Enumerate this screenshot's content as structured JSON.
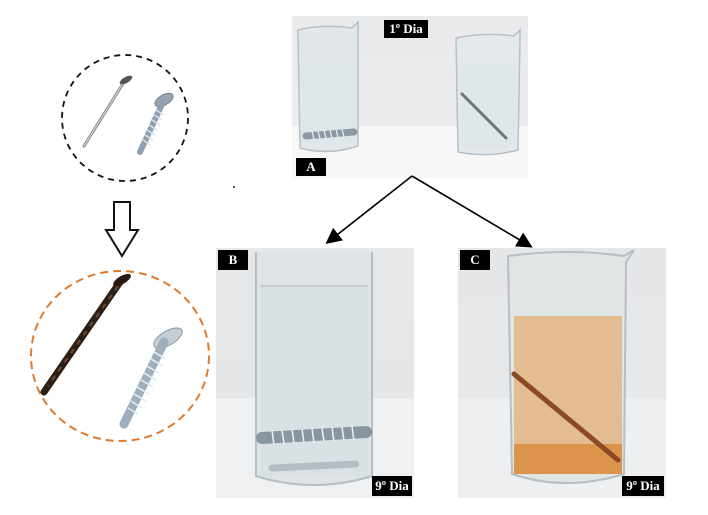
{
  "panels": {
    "a": {
      "letter": "A",
      "day_label": "1º Dia"
    },
    "b": {
      "letter": "B",
      "day_label": "9º Dia"
    },
    "c": {
      "letter": "C",
      "day_label": "9º Dia"
    }
  },
  "colors": {
    "top_circle_border": "#111111",
    "bottom_circle_border": "#e07a2c",
    "rust_water": "#e59a4a",
    "label_bg": "#000000",
    "label_text": "#ffffff"
  },
  "icons": {
    "down_arrow": "hollow-down-arrow-icon",
    "nail": "nail-icon",
    "screw": "screw-icon"
  }
}
